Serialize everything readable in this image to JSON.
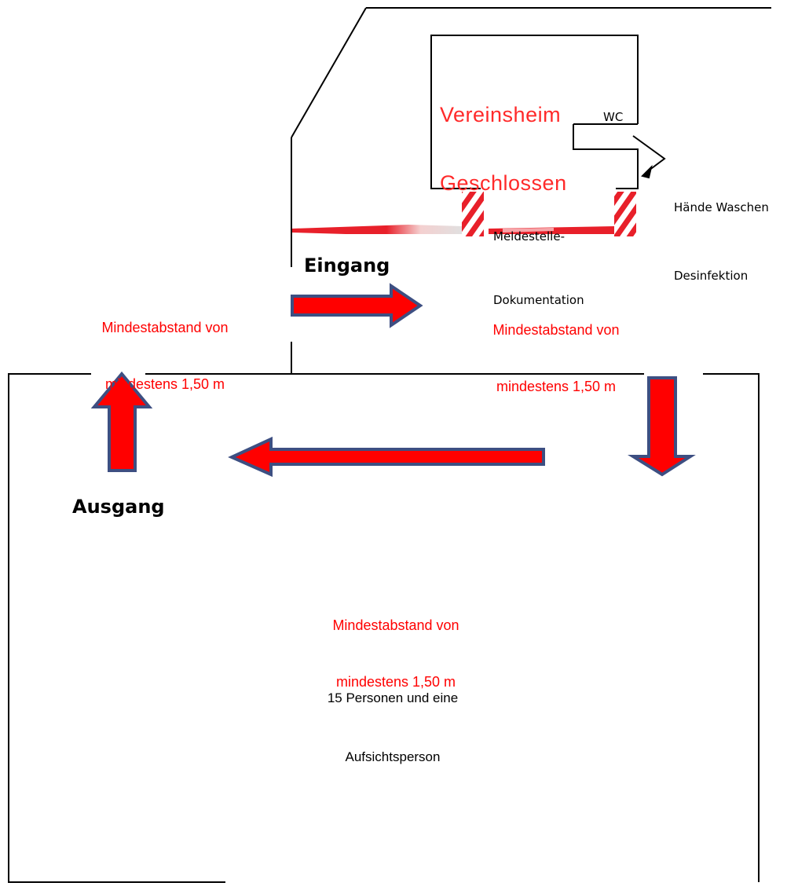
{
  "building": {
    "title_line1": "Vereinsheim",
    "title_line2": "Geschlossen",
    "wc_label": "WC",
    "meldestelle_line1": "Meldestelle-",
    "meldestelle_line2": "Dokumentation",
    "hands_line1": "Hände Waschen",
    "hands_line2": "Desinfektion"
  },
  "entrance": {
    "label": "Eingang"
  },
  "exit": {
    "label": "Ausgang"
  },
  "notes": {
    "left_line1": "Mindestabstand von",
    "left_line2": "mindestens 1,50 m",
    "right_line1": "Mindestabstand von",
    "right_line2": "mindestens 1,50 m",
    "center_line1": "Mindestabstand von",
    "center_line2": "mindestens 1,50 m"
  },
  "capacity": {
    "line1": "15 Personen und eine",
    "line2": "Aufsichtsperson"
  },
  "colors": {
    "arrow_fill": "#ff0000",
    "arrow_outline": "#3d4f82",
    "barrier_red": "#e8202a",
    "text_red": "#ff0000",
    "line": "#000000"
  },
  "icons": {
    "entrance_arrow": "arrow-right-icon",
    "exit_arrow": "arrow-up-icon",
    "flow_arrow_left": "arrow-left-icon",
    "flow_arrow_down": "arrow-down-icon"
  }
}
